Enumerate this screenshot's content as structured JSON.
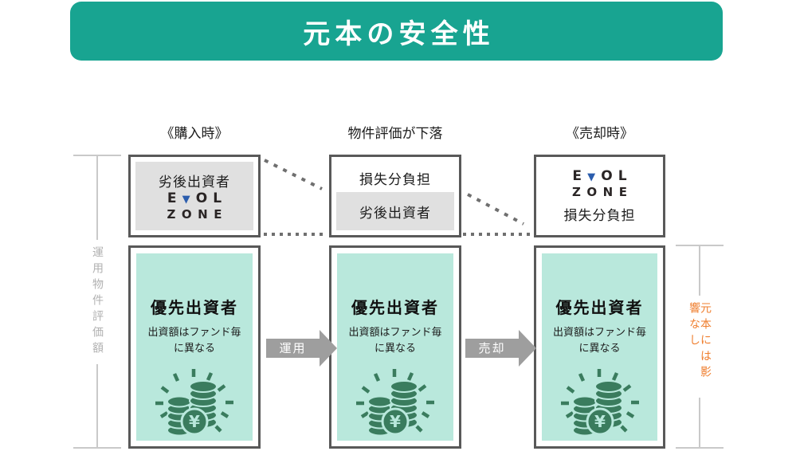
{
  "title": "元本の安全性",
  "left_bracket_label": "運用物件評価額",
  "right_bracket_label": "元本には影響なし",
  "logo": {
    "line1_pre": "E",
    "line1_mark": "▼",
    "line1_post": "OL",
    "line2": "ZONE"
  },
  "columns": [
    {
      "header": "《購入時》",
      "top_box": {
        "subordinated_label": "劣後出資者"
      }
    },
    {
      "header": "物件評価が下落",
      "top_box": {
        "loss_label": "損失分負担",
        "subordinated_label": "劣後出資者"
      }
    },
    {
      "header": "《売却時》",
      "top_box": {
        "loss_label": "損失分負担"
      }
    }
  ],
  "priority_box": {
    "title": "優先出資者",
    "subtitle_line1": "出資額はファンド毎",
    "subtitle_line2": "に異なる",
    "yen_symbol": "¥",
    "icon": "coins-yen-icon"
  },
  "arrows": [
    {
      "label": "運用"
    },
    {
      "label": "売却"
    }
  ],
  "colors": {
    "banner_green": "#18a491",
    "mint": "#b9e8dc",
    "gray_fill": "#e0e0e0",
    "box_border": "#595959",
    "arrow_gray": "#9e9e9e",
    "connector_gray": "#6f6f6f",
    "orange_text": "#ef7e2e",
    "gray_text": "#b1b1b1",
    "coin_green": "#3a7c5e",
    "logo_blue": "#2b5dad"
  }
}
